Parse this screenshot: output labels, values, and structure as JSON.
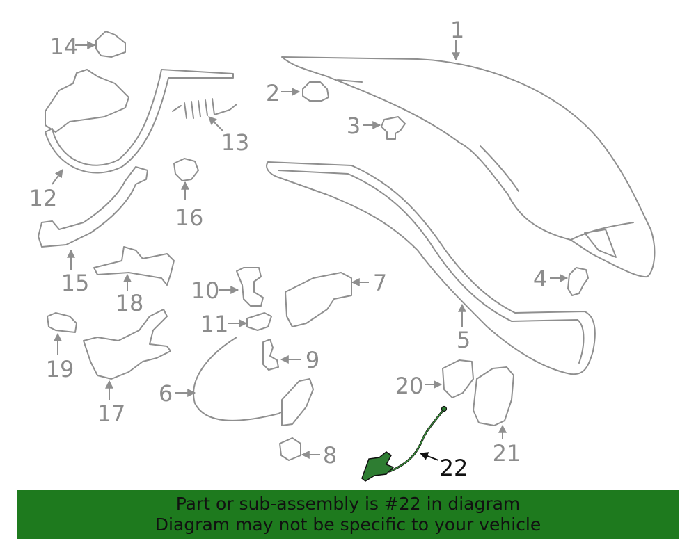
{
  "highlight_color": "#2e7d32",
  "banner_color": "#1e7a1e",
  "callouts": {
    "c1": "1",
    "c2": "2",
    "c3": "3",
    "c4": "4",
    "c5": "5",
    "c6": "6",
    "c7": "7",
    "c8": "8",
    "c9": "9",
    "c10": "10",
    "c11": "11",
    "c12": "12",
    "c13": "13",
    "c14": "14",
    "c15": "15",
    "c16": "16",
    "c17": "17",
    "c18": "18",
    "c19": "19",
    "c20": "20",
    "c21": "21",
    "c22": "22"
  },
  "banner": {
    "line1": "Part or sub-assembly is #22 in diagram",
    "line2": "Diagram may not be specific to your vehicle"
  }
}
